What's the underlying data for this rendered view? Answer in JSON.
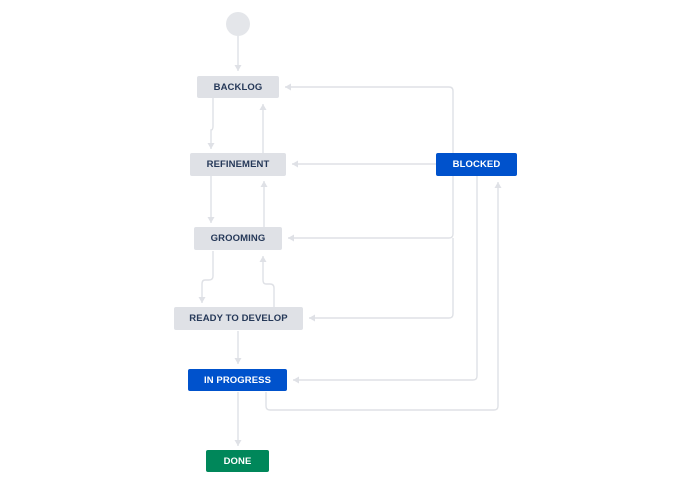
{
  "workflow": {
    "statuses": {
      "backlog": "BACKLOG",
      "refinement": "REFINEMENT",
      "grooming": "GROOMING",
      "ready_to_develop": "READY TO DEVELOP",
      "in_progress": "IN PROGRESS",
      "blocked": "BLOCKED",
      "done": "DONE"
    },
    "transitions": [
      {
        "from": "start",
        "to": "backlog"
      },
      {
        "from": "backlog",
        "to": "refinement"
      },
      {
        "from": "refinement",
        "to": "backlog"
      },
      {
        "from": "refinement",
        "to": "grooming"
      },
      {
        "from": "grooming",
        "to": "refinement"
      },
      {
        "from": "grooming",
        "to": "ready_to_develop"
      },
      {
        "from": "ready_to_develop",
        "to": "grooming"
      },
      {
        "from": "ready_to_develop",
        "to": "in_progress"
      },
      {
        "from": "in_progress",
        "to": "done"
      },
      {
        "from": "in_progress",
        "to": "blocked"
      },
      {
        "from": "blocked",
        "to": "backlog"
      },
      {
        "from": "blocked",
        "to": "refinement"
      },
      {
        "from": "blocked",
        "to": "grooming"
      },
      {
        "from": "blocked",
        "to": "ready_to_develop"
      },
      {
        "from": "blocked",
        "to": "in_progress"
      }
    ]
  },
  "colors": {
    "todo_fill": "#dfe1e6",
    "todo_text": "#253858",
    "in_progress_fill": "#0052cc",
    "done_fill": "#00875a",
    "connector": "#dfe1e6",
    "start_node": "#e4e6ea"
  }
}
